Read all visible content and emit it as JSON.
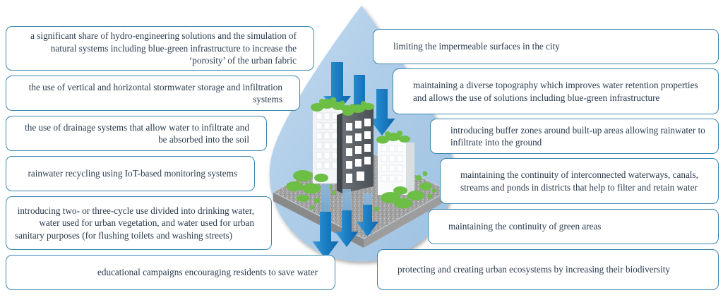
{
  "figure": {
    "center_graphic": {
      "name": "water-drop-sponge-city-illustration",
      "drop_color": "#aecde8",
      "arrow_color": "#1d80c6",
      "ground_color": "#9c9c9c",
      "vegetation_color": "#6cbe45",
      "building_dark_color": "#555b60",
      "building_light_color": "#f2f4f6",
      "arrows_above_count": 3,
      "arrows_below_count": 3,
      "buildings_count": 3
    },
    "box_border_color": "#3a86ae",
    "accent_bar_color": "#93201f",
    "text_color": "#2a3b4d"
  },
  "left_column": [
    {
      "id": "left-item-1",
      "text": "a significant share of hydro-engineering solutions and the simulation of natural systems including blue-green infrastructure to increase the ‘porosity’ of the urban fabric"
    },
    {
      "id": "left-item-2",
      "text": "the use of vertical and horizontal stormwater storage and infiltration systems"
    },
    {
      "id": "left-item-3",
      "text": "the use of drainage systems that allow water to infiltrate and be absorbed into the soil"
    },
    {
      "id": "left-item-4",
      "text": "rainwater recycling using IoT-based monitoring systems"
    },
    {
      "id": "left-item-5",
      "text": "introducing two- or three-cycle use divided into drinking water, water used for urban vegetation, and water used for urban sanitary purposes (for flushing toilets and washing streets)"
    },
    {
      "id": "left-item-6",
      "text": "educational campaigns encouraging residents to save water"
    }
  ],
  "right_column": [
    {
      "id": "right-item-1",
      "text": "limiting the impermeable surfaces in the city"
    },
    {
      "id": "right-item-2",
      "text": "maintaining a diverse topography which improves water retention properties and allows the use of solutions including blue-green infrastructure"
    },
    {
      "id": "right-item-3",
      "text": "introducing buffer zones around built-up areas allowing rainwater to infiltrate into the ground"
    },
    {
      "id": "right-item-4",
      "text": "maintaining the continuity of interconnected waterways, canals, streams and ponds in districts that help to filter and retain water"
    },
    {
      "id": "right-item-5",
      "text": "maintaining the continuity of green areas"
    },
    {
      "id": "right-item-6",
      "text": "protecting and creating urban ecosystems by increasing their biodiversity"
    }
  ]
}
